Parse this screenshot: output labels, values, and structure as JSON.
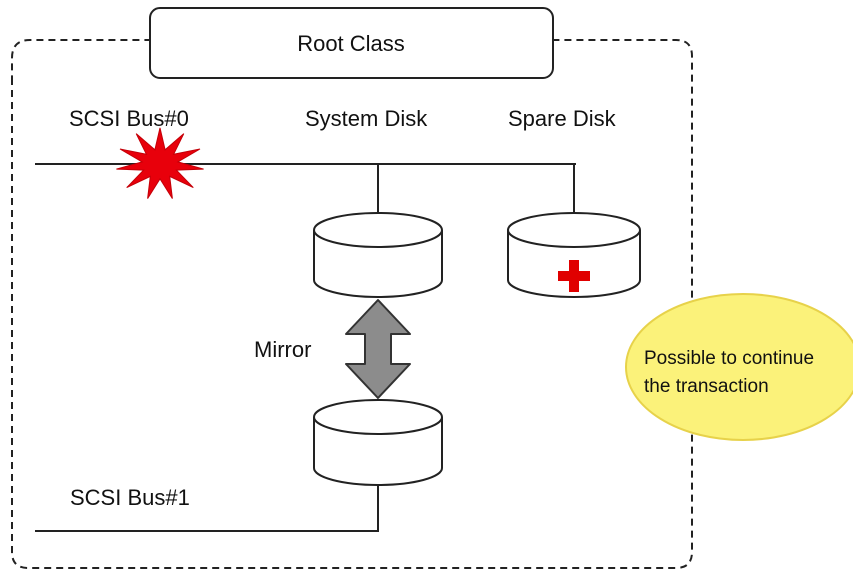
{
  "root_class": {
    "label": "Root Class"
  },
  "bus0": {
    "label": "SCSI Bus#0"
  },
  "bus1": {
    "label": "SCSI Bus#1"
  },
  "system_disk": {
    "label": "System Disk"
  },
  "spare_disk": {
    "label": "Spare Disk",
    "marker": "plus-icon"
  },
  "mirror": {
    "label": "Mirror"
  },
  "callout": {
    "line1": "Possible to continue",
    "line2": "the transaction"
  },
  "colors": {
    "failure": "#e8000b",
    "spare_plus": "#e00000",
    "arrow_fill": "#8c8c8c",
    "callout_fill": "#fbf27a",
    "callout_stroke": "#e7d24a",
    "outline": "#222222"
  }
}
